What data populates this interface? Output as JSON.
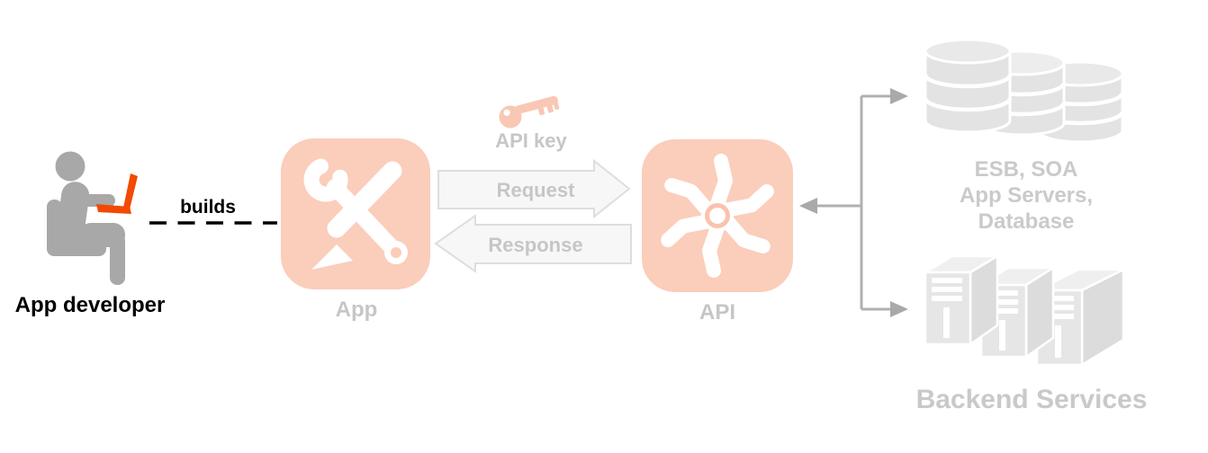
{
  "diagram": {
    "labels": {
      "developer": "App developer",
      "builds": "builds",
      "app": "App",
      "api_key": "API key",
      "request": "Request",
      "response": "Response",
      "api": "API",
      "esb_line1": "ESB, SOA",
      "esb_line2": "App Servers,",
      "esb_line3": "Database",
      "backend": "Backend Services"
    },
    "icons": {
      "developer": "person-at-laptop-icon",
      "app": "wrench-pencil-tools-icon",
      "api_key": "key-icon",
      "api": "gear-pinwheel-icon",
      "esb": "database-stack-icon",
      "backend": "server-towers-icon"
    },
    "colors": {
      "accent_soft": "#fbcdbb",
      "accent_strong": "#f24a02",
      "muted_label": "#c6c6c6",
      "faded_label": "#cacaca",
      "figure_gray": "#a8a8a8",
      "shape_gray": "#e3e3e3",
      "connector_gray": "#b0b0b0",
      "arrow_fill": "#f7f7f7",
      "arrow_border": "#dedede",
      "text_black": "#000000"
    }
  }
}
